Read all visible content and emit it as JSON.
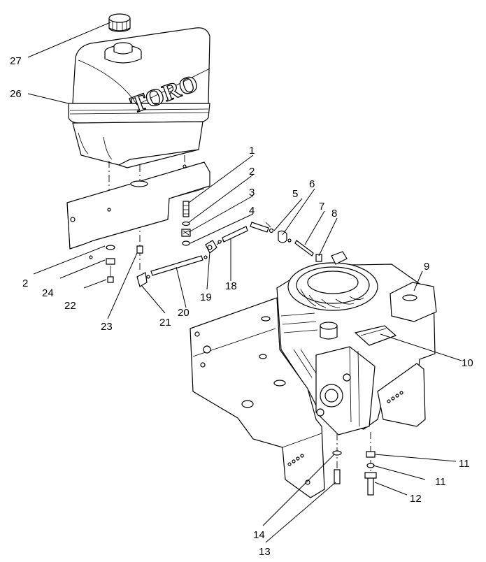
{
  "logo_text": "TORO",
  "callouts": [
    {
      "id": "c27",
      "label": "27"
    },
    {
      "id": "c26",
      "label": "26"
    },
    {
      "id": "c1",
      "label": "1"
    },
    {
      "id": "c2a",
      "label": "2"
    },
    {
      "id": "c3",
      "label": "3"
    },
    {
      "id": "c4",
      "label": "4"
    },
    {
      "id": "c5",
      "label": "5"
    },
    {
      "id": "c6",
      "label": "6"
    },
    {
      "id": "c7",
      "label": "7"
    },
    {
      "id": "c8",
      "label": "8"
    },
    {
      "id": "c9",
      "label": "9"
    },
    {
      "id": "c10",
      "label": "10"
    },
    {
      "id": "c2b",
      "label": "2"
    },
    {
      "id": "c24",
      "label": "24"
    },
    {
      "id": "c22",
      "label": "22"
    },
    {
      "id": "c23",
      "label": "23"
    },
    {
      "id": "c21",
      "label": "21"
    },
    {
      "id": "c20",
      "label": "20"
    },
    {
      "id": "c19",
      "label": "19"
    },
    {
      "id": "c18",
      "label": "18"
    },
    {
      "id": "c11a",
      "label": "11"
    },
    {
      "id": "c11b",
      "label": "11"
    },
    {
      "id": "c12",
      "label": "12"
    },
    {
      "id": "c14",
      "label": "14"
    },
    {
      "id": "c13",
      "label": "13"
    }
  ]
}
